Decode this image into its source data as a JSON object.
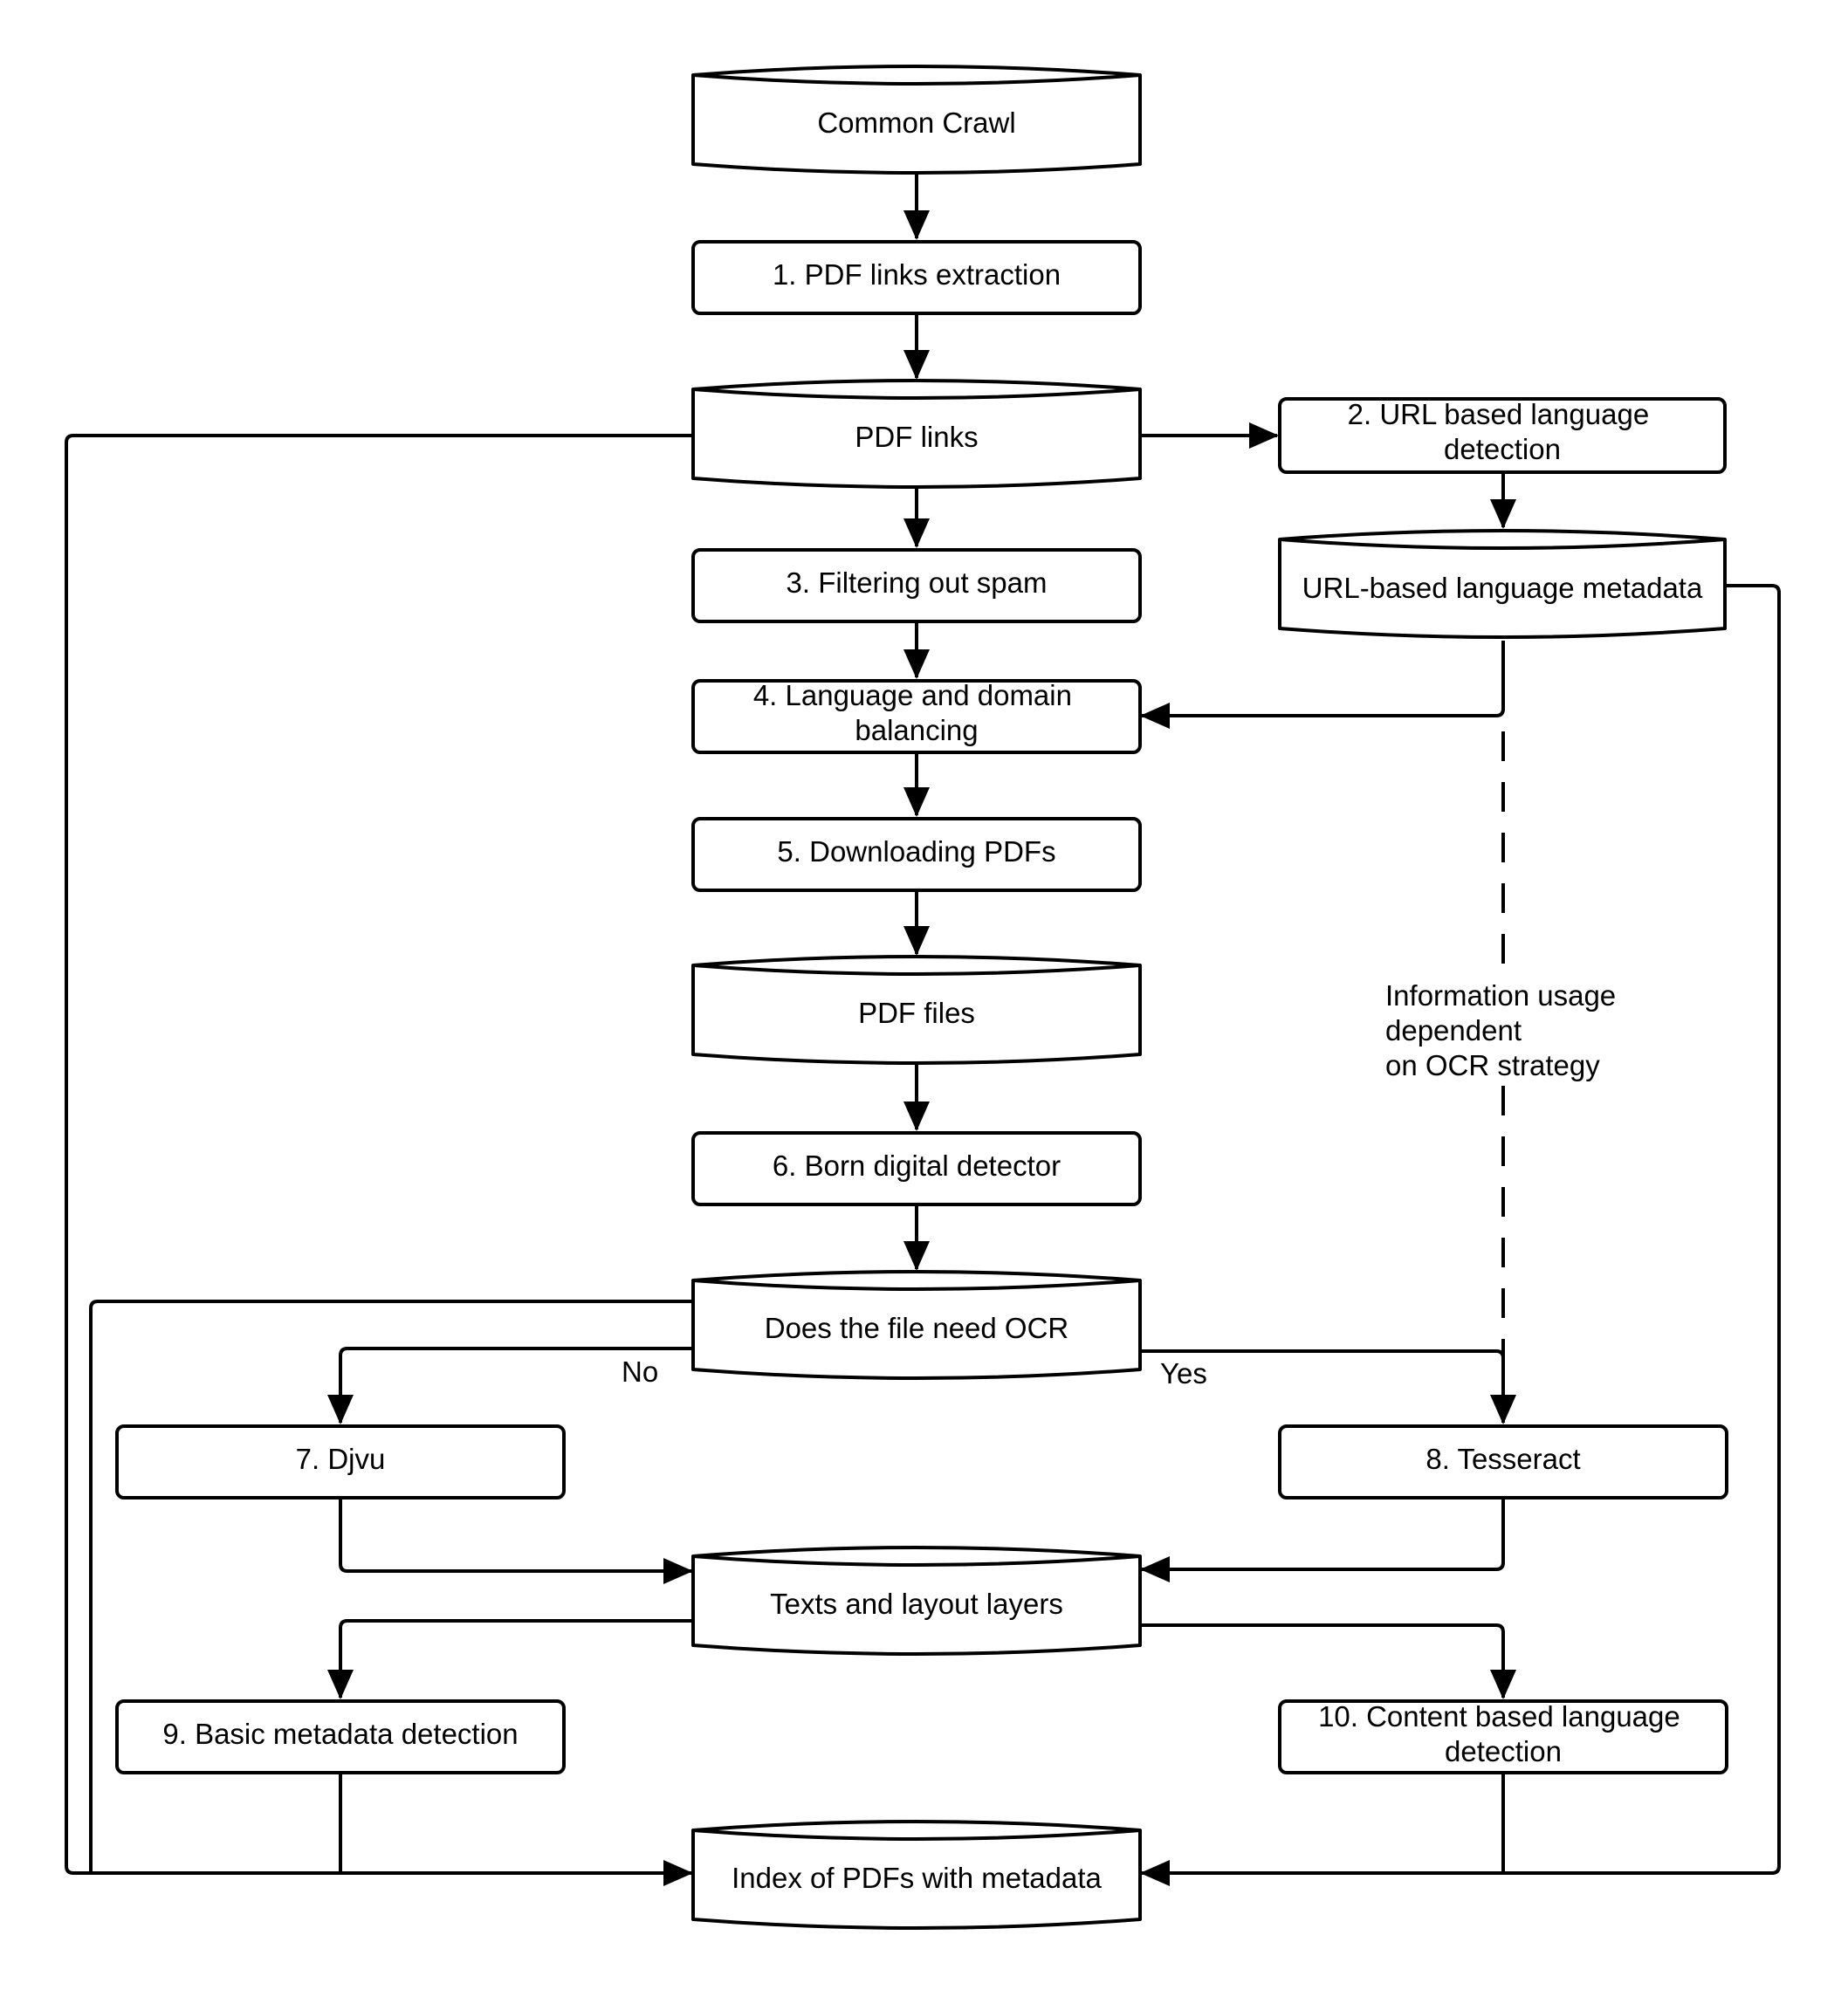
{
  "nodes": {
    "common_crawl": [
      "Common Crawl"
    ],
    "step1": [
      "1. PDF links extraction"
    ],
    "pdf_links": [
      "PDF links"
    ],
    "step2": [
      "2. URL based language",
      "detection"
    ],
    "step3": [
      "3. Filtering out spam"
    ],
    "url_meta": [
      "URL-based language metadata"
    ],
    "step4": [
      "4. Language and domain",
      "balancing"
    ],
    "step5": [
      "5. Downloading PDFs"
    ],
    "pdf_files": [
      "PDF files"
    ],
    "step6": [
      "6. Born digital detector"
    ],
    "need_ocr": [
      "Does the file need OCR"
    ],
    "step7": [
      "7. Djvu"
    ],
    "step8": [
      "8. Tesseract"
    ],
    "texts_layers": [
      "Texts and layout layers"
    ],
    "step9": [
      "9. Basic metadata detection"
    ],
    "step10": [
      "10. Content based language",
      "detection"
    ],
    "index": [
      "Index of PDFs with metadata"
    ]
  },
  "edge_labels": {
    "no": "No",
    "yes": "Yes"
  },
  "annotation": [
    "Information usage",
    "dependent",
    "on OCR strategy"
  ]
}
